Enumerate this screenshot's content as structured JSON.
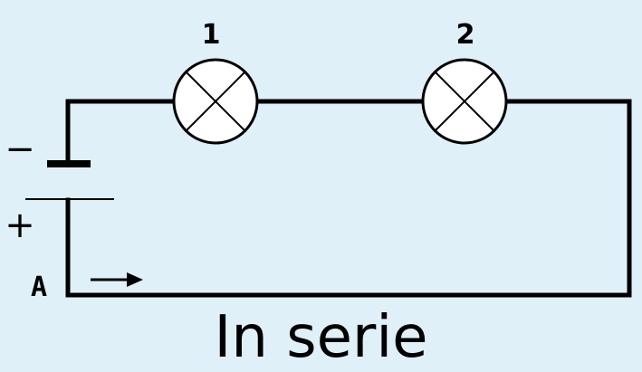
{
  "diagram": {
    "title": "In serie",
    "colors": {
      "background": "#dff0f8",
      "wire": "#000000",
      "lamp_fill": "#ffffff"
    },
    "lamps": [
      {
        "label": "1",
        "icon": "lamp-icon"
      },
      {
        "label": "2",
        "icon": "lamp-icon"
      }
    ],
    "battery": {
      "negative_label": "−",
      "positive_label": "+",
      "icon": "battery-icon"
    },
    "node_label": "A",
    "current_direction_icon": "arrow-right-icon"
  }
}
